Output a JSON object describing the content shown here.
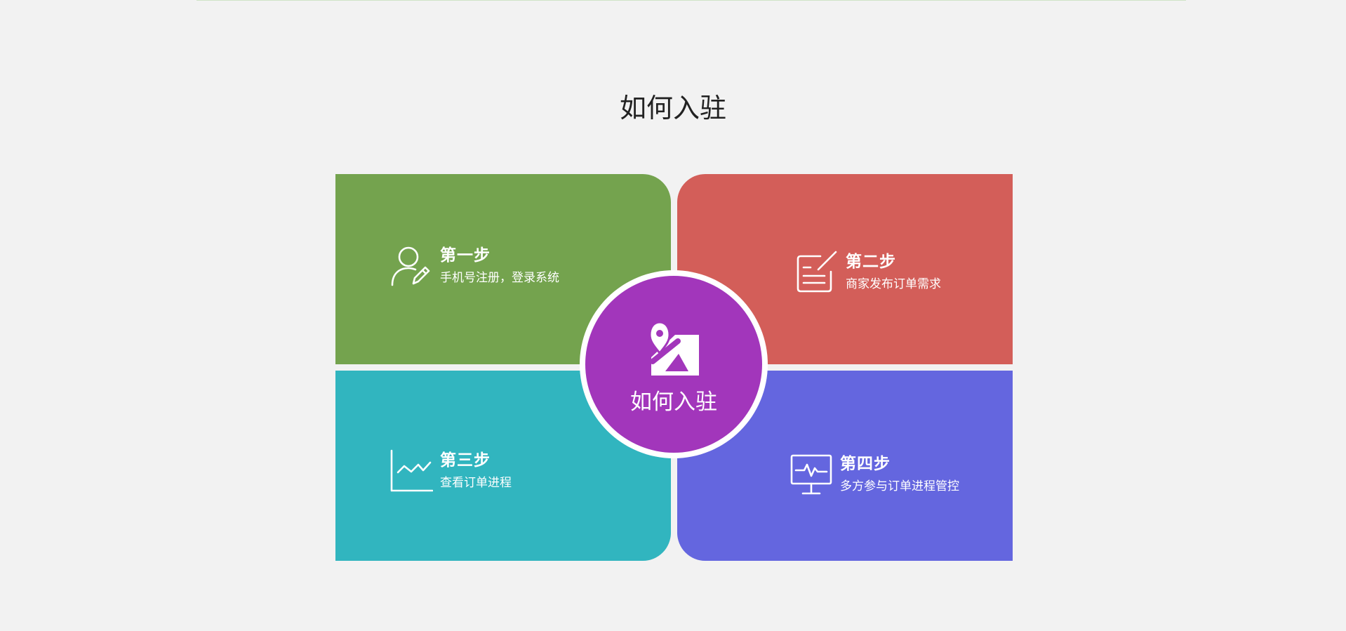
{
  "page": {
    "title": "如何入驻"
  },
  "center": {
    "label": "如何入驻",
    "icon": "map-pin-icon",
    "color": "#a236bb"
  },
  "steps": [
    {
      "title": "第一步",
      "desc": "手机号注册，登录系统",
      "icon": "user-edit-icon",
      "color": "#74a34e"
    },
    {
      "title": "第二步",
      "desc": "商家发布订单需求",
      "icon": "document-edit-icon",
      "color": "#d35e59"
    },
    {
      "title": "第三步",
      "desc": "查看订单进程",
      "icon": "line-chart-icon",
      "color": "#31b5bf"
    },
    {
      "title": "第四步",
      "desc": "多方参与订单进程管控",
      "icon": "monitor-pulse-icon",
      "color": "#6466df"
    }
  ]
}
